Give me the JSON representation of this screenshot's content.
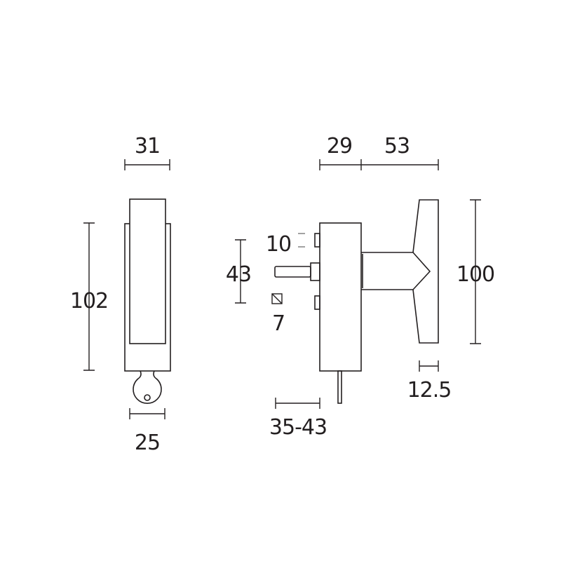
{
  "dimensions": {
    "front_width": "31",
    "front_height": "102",
    "key_width": "25",
    "base_depth": "29",
    "handle_depth": "53",
    "handle_height": "100",
    "spindle_offset": "43",
    "screw_spacing": "10",
    "square_spindle": "7",
    "plate_thickness": "12.5",
    "spindle_length": "35-43"
  },
  "colors": {
    "line": "#231f20",
    "background": "#ffffff"
  }
}
